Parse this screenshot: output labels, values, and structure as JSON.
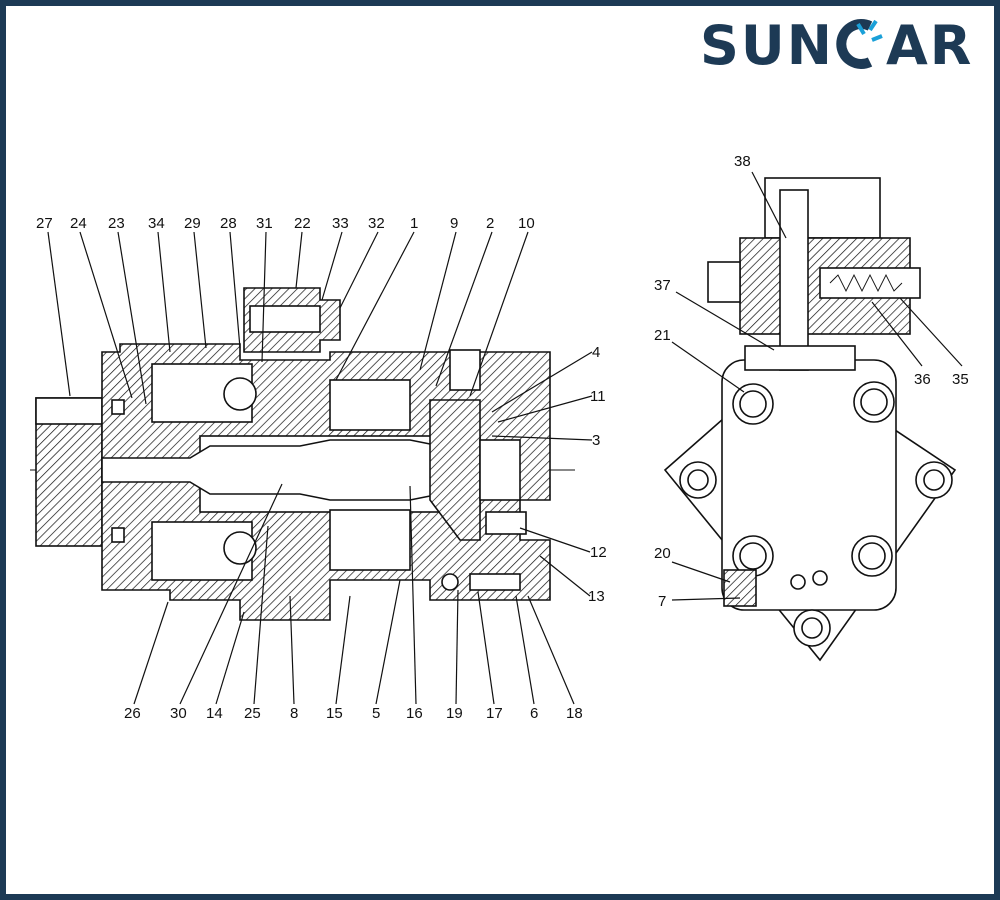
{
  "brand": {
    "name_part1": "SUN",
    "name_part2": "AR",
    "color_dark": "#1d3a55",
    "color_accent": "#1aa0d8"
  },
  "colors": {
    "frame": "#1d3a55",
    "drawing": "#111111",
    "background": "#ffffff"
  },
  "diagram": {
    "type": "exploded cross-section parts diagram",
    "callouts_left": [
      "27",
      "24",
      "23",
      "34",
      "29",
      "28",
      "31",
      "22",
      "33",
      "32",
      "1",
      "9",
      "2",
      "10",
      "4",
      "11",
      "3",
      "12",
      "13",
      "26",
      "30",
      "14",
      "25",
      "8",
      "15",
      "5",
      "16",
      "19",
      "17",
      "6",
      "18"
    ],
    "callouts_right": [
      "38",
      "37",
      "21",
      "36",
      "35",
      "20",
      "7"
    ]
  }
}
